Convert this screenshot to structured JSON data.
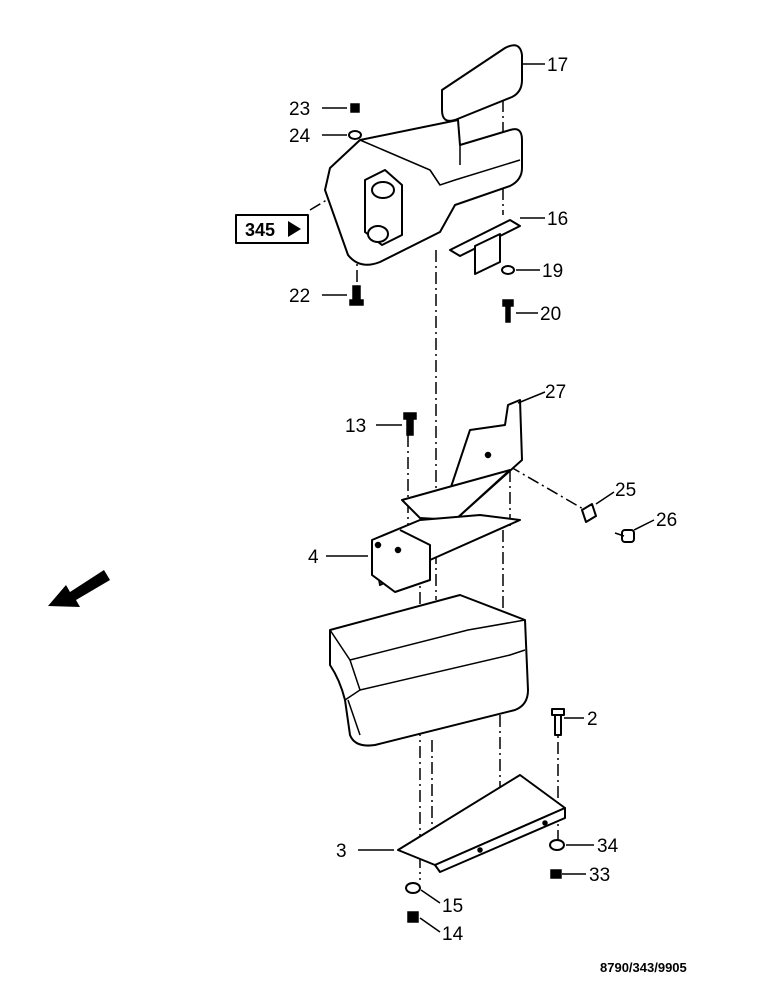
{
  "diagram": {
    "callouts": {
      "c17": "17",
      "c23": "23",
      "c24": "24",
      "c16": "16",
      "c19": "19",
      "c20": "20",
      "c22": "22",
      "c27": "27",
      "c13": "13",
      "c25": "25",
      "c26": "26",
      "c4": "4",
      "c2": "2",
      "c3": "3",
      "c34": "34",
      "c33": "33",
      "c15": "15",
      "c14": "14"
    },
    "reference_box": {
      "label": "345",
      "icon": "right-triangle-icon"
    },
    "direction_arrow": {
      "icon": "direction-arrow-icon"
    },
    "drawing_code": "8790/343/9905"
  }
}
